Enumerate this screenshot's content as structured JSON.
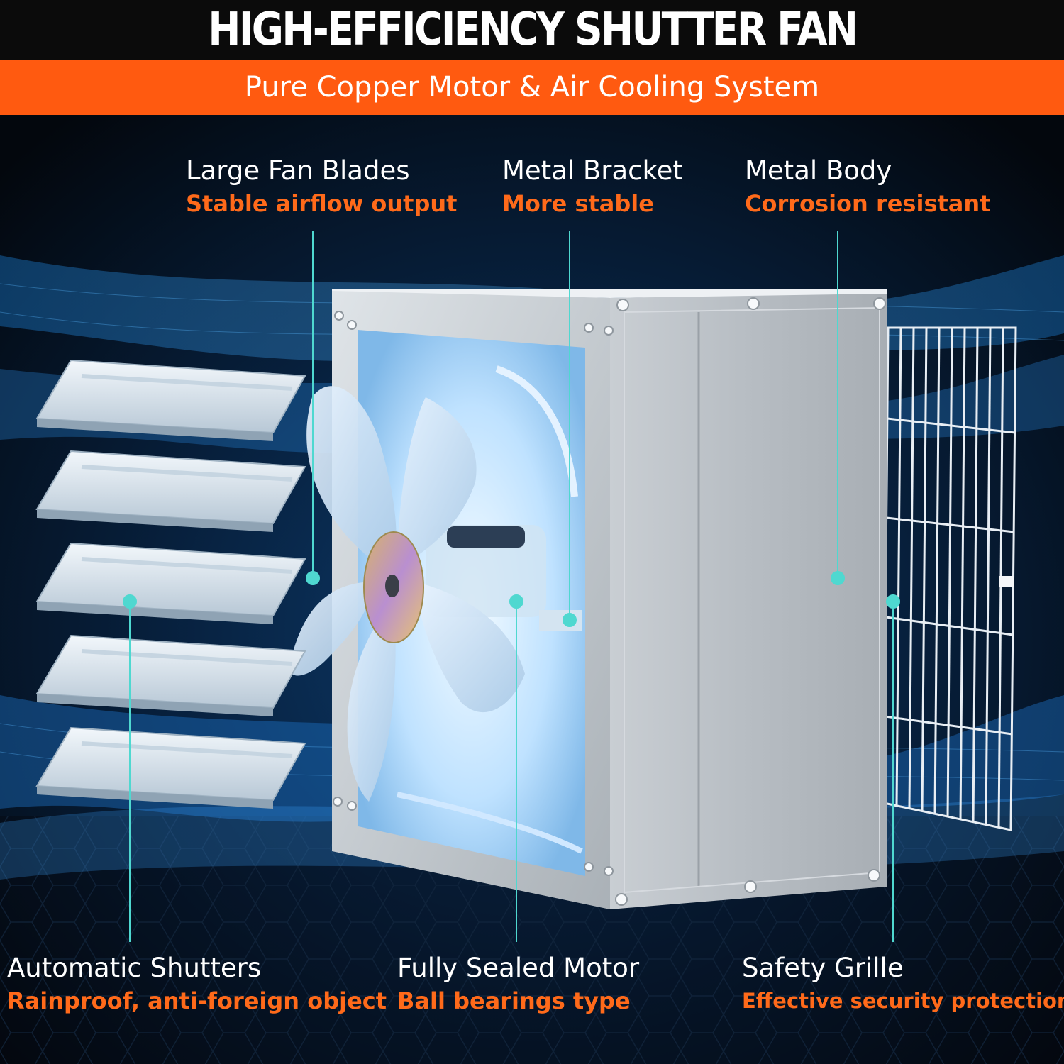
{
  "header": {
    "title": "HIGH-EFFICIENCY SHUTTER FAN",
    "subtitle": "Pure Copper Motor & Air Cooling System"
  },
  "colors": {
    "accent": "#ff5a10",
    "text_orange": "#ff6a1a",
    "pointer": "#4fd8d0",
    "background": "#05070b"
  },
  "callouts": {
    "fan_blades": {
      "name": "Large Fan Blades",
      "desc": "Stable airflow output"
    },
    "bracket": {
      "name": "Metal Bracket",
      "desc": "More stable"
    },
    "body": {
      "name": "Metal Body",
      "desc": "Corrosion resistant"
    },
    "shutters": {
      "name": "Automatic Shutters",
      "desc": "Rainproof, anti-foreign object"
    },
    "motor": {
      "name": "Fully Sealed Motor",
      "desc": "Ball bearings type"
    },
    "grille": {
      "name": "Safety Grille",
      "desc": "Effective security protection"
    }
  }
}
